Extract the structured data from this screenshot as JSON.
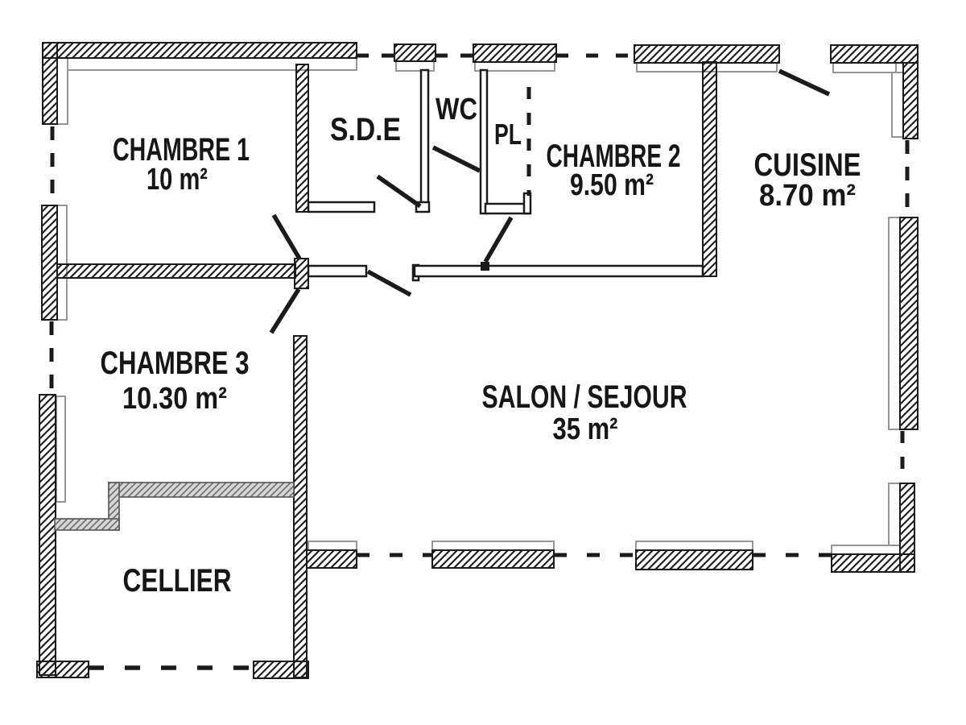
{
  "plan": {
    "type": "apartment-floor-plan",
    "colors": {
      "background": "#ffffff",
      "ink": "#1b1b1b",
      "lining_gray": "#8a8a8a",
      "partition_gray": "#d6d6d6"
    },
    "rooms": [
      {
        "id": "chambre-1",
        "label": "CHAMBRE 1",
        "area": "10 m²"
      },
      {
        "id": "sde",
        "label": "S.D.E",
        "area": ""
      },
      {
        "id": "wc",
        "label": "WC",
        "area": ""
      },
      {
        "id": "pl",
        "label": "PL",
        "area": ""
      },
      {
        "id": "chambre-2",
        "label": "CHAMBRE 2",
        "area": "9.50 m²"
      },
      {
        "id": "cuisine",
        "label": "CUISINE",
        "area": "8.70 m²"
      },
      {
        "id": "chambre-3",
        "label": "CHAMBRE 3",
        "area": "10.30 m²"
      },
      {
        "id": "salon-sejour",
        "label": "SALON / SEJOUR",
        "area": "35 m²"
      },
      {
        "id": "cellier",
        "label": "CELLIER",
        "area": ""
      }
    ]
  }
}
